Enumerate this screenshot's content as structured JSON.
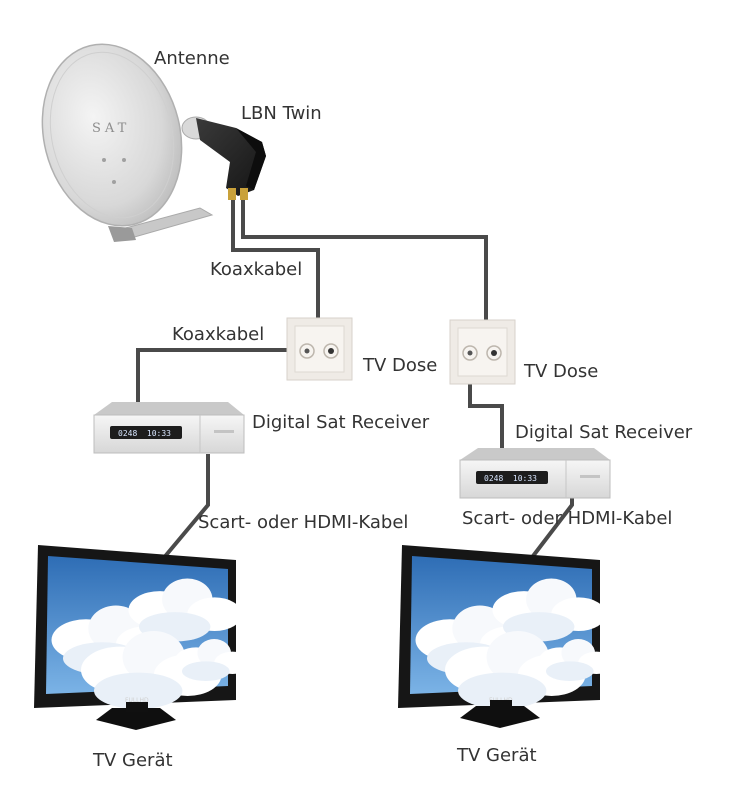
{
  "labels": {
    "antenna": "Antenne",
    "lnb": "LBN Twin",
    "coax_upper": "Koaxkabel",
    "coax_left": "Koaxkabel",
    "tv_socket_left": "TV Dose",
    "tv_socket_right": "TV Dose",
    "receiver_left": "Digital Sat Receiver",
    "receiver_right": "Digital Sat Receiver",
    "cable_left": "Scart- oder HDMI-Kabel",
    "cable_right": "Scart- oder HDMI-Kabel",
    "tv_left": "TV Gerät",
    "tv_right": "TV Gerät"
  },
  "devices": {
    "dish_brand": "SAT",
    "receiver_display": "0248  10:33",
    "tv_brand": "FULLHD"
  },
  "colors": {
    "cable": "#4a4a4a",
    "dish": "#e2e2e2",
    "socket": "#f1eeea",
    "receiver": "#e9e9e9",
    "tv_bezel": "#1a1a1a",
    "sky": "#3f7fc6",
    "text": "#333333"
  }
}
